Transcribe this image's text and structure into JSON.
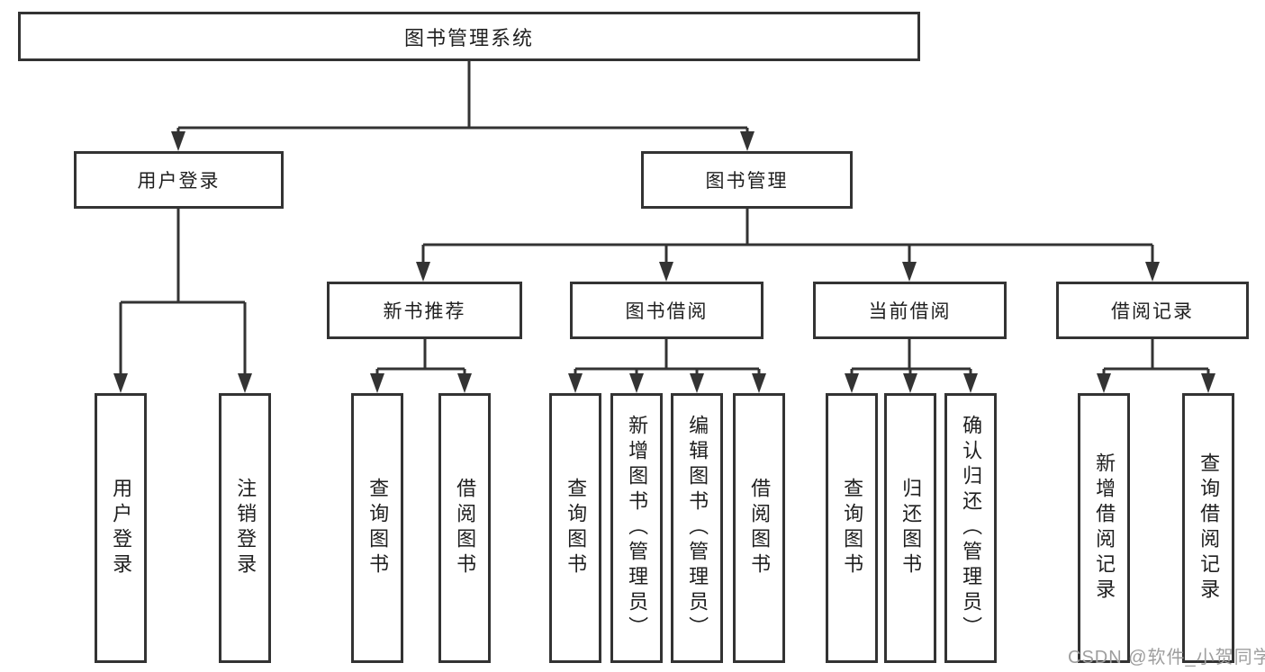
{
  "diagram": {
    "type": "hierarchy-structure-chart",
    "nodes": {
      "root": "图书管理系统",
      "user_login": "用户登录",
      "book_mgmt": "图书管理",
      "new_book_rec": "新书推荐",
      "book_borrow": "图书借阅",
      "current_borrow": "当前借阅",
      "borrow_record": "借阅记录",
      "leaf_user_login": "用户登录",
      "leaf_logout": "注销登录",
      "leaf_query_book_1": "查询图书",
      "leaf_borrow_book_1": "借阅图书",
      "leaf_query_book_2": "查询图书",
      "leaf_add_book": "新增图书（管理员）",
      "leaf_edit_book": "编辑图书（管理员）",
      "leaf_borrow_book_2": "借阅图书",
      "leaf_query_book_3": "查询图书",
      "leaf_return_book": "归还图书",
      "leaf_confirm_return": "确认归还（管理员）",
      "leaf_add_borrow_record": "新增借阅记录",
      "leaf_query_borrow_record": "查询借阅记录"
    },
    "edges": [
      "root→user_login",
      "root→book_mgmt",
      "user_login→leaf_user_login",
      "user_login→leaf_logout",
      "book_mgmt→new_book_rec",
      "book_mgmt→book_borrow",
      "book_mgmt→current_borrow",
      "book_mgmt→borrow_record",
      "new_book_rec→leaf_query_book_1",
      "new_book_rec→leaf_borrow_book_1",
      "book_borrow→leaf_query_book_2",
      "book_borrow→leaf_add_book",
      "book_borrow→leaf_edit_book",
      "book_borrow→leaf_borrow_book_2",
      "current_borrow→leaf_query_book_3",
      "current_borrow→leaf_return_book",
      "current_borrow→leaf_confirm_return",
      "borrow_record→leaf_add_borrow_record",
      "borrow_record→leaf_query_borrow_record"
    ],
    "colors": {
      "line": "#333333",
      "border": "#333333",
      "text": "#1f1f1f",
      "background": "#ffffff",
      "watermark": "#9e9e9e"
    }
  },
  "watermark": "CSDN @软件_小贺同学"
}
